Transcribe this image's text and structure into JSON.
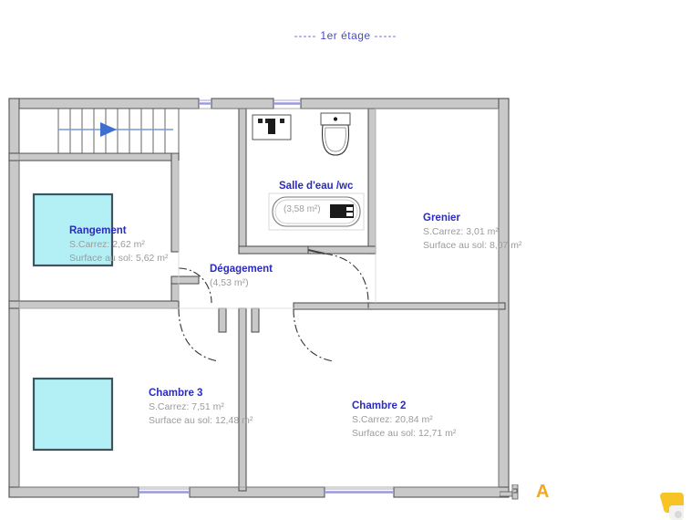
{
  "plan": {
    "title_text": "1er étage",
    "title_dash_left": "-----",
    "title_dash_right": "-----",
    "title_color": "#4a4ac8",
    "wall_fill": "#c9c9c9",
    "wall_stroke": "#555555",
    "window_color": "#9a9ada",
    "fixture_fill": "#b3f0f5",
    "fixture_stroke": "#3c5560",
    "door_arc_color": "#333333",
    "stair_arrow_color": "#3d6fd0",
    "accent_color": "#f5a623"
  },
  "rooms": [
    {
      "id": "rangement",
      "name": "Rangement",
      "carrez_label": "S.Carrez: 2,62 m²",
      "floor_label": "Surface au sol: 5,62 m²"
    },
    {
      "id": "grenier",
      "name": "Grenier",
      "carrez_label": "S.Carrez: 3,01 m²",
      "floor_label": "Surface au sol: 8,07 m²"
    },
    {
      "id": "chambre3",
      "name": "Chambre 3",
      "carrez_label": "S.Carrez: 7,51 m²",
      "floor_label": "Surface au sol: 12,48 m²"
    },
    {
      "id": "chambre2",
      "name": "Chambre 2",
      "carrez_label": "S.Carrez: 20,84 m²",
      "floor_label": "Surface au sol: 12,71 m²"
    },
    {
      "id": "degagement",
      "name": "Dégagement",
      "area_label": "(4,53 m²)"
    },
    {
      "id": "salle-eau-wc",
      "name": "Salle d'eau /wc",
      "area_label": "(3,58 m²)"
    }
  ],
  "overlay": {
    "corner_letter": "A"
  }
}
